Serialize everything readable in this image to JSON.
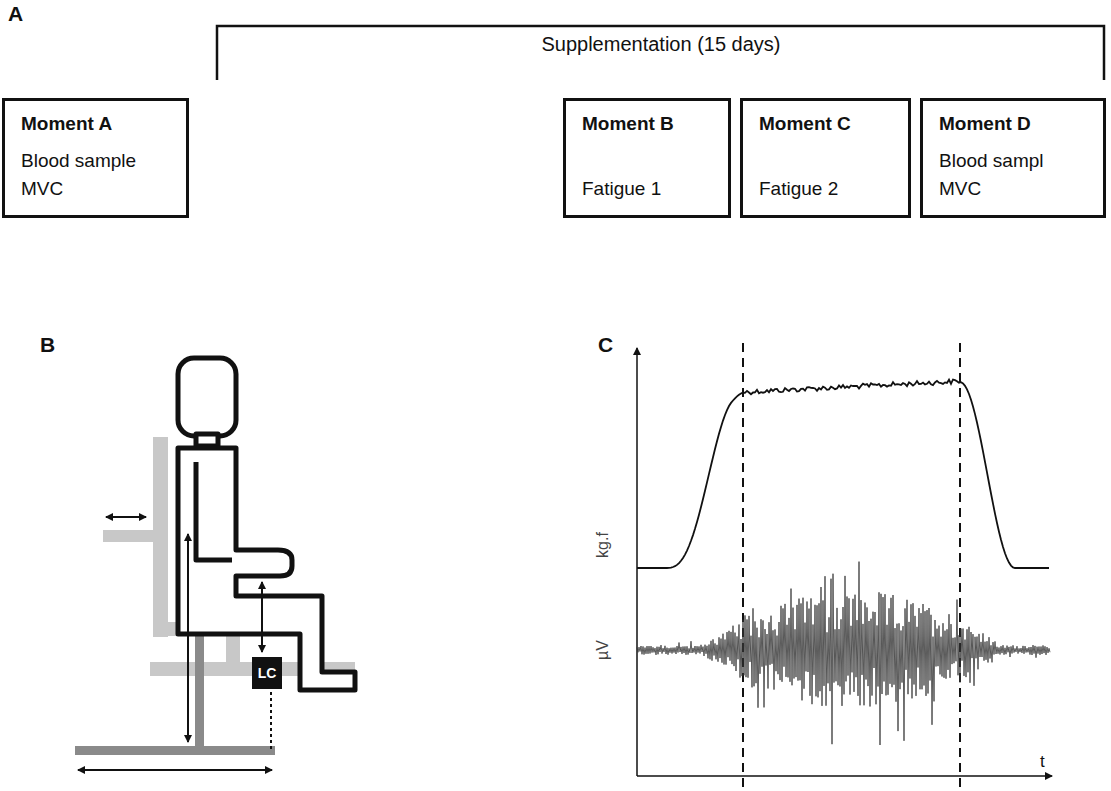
{
  "diagram": {
    "nodes": [
      {
        "text": [
          "Moment A",
          "Blood sample",
          "MVC"
        ]
      },
      {
        "text": [
          "Moment B",
          "Fatigue 1"
        ]
      },
      {
        "text": [
          "Moment C",
          "Fatigue 2"
        ]
      },
      {
        "text": [
          "Moment D",
          "Blood sampl",
          "MVC"
        ]
      },
      {
        "text": [
          "LC"
        ]
      }
    ],
    "edges": [],
    "labels": [
      "A",
      "Supplementation (15 days)",
      "B",
      "C",
      "kg.f",
      "µV",
      "t"
    ]
  }
}
